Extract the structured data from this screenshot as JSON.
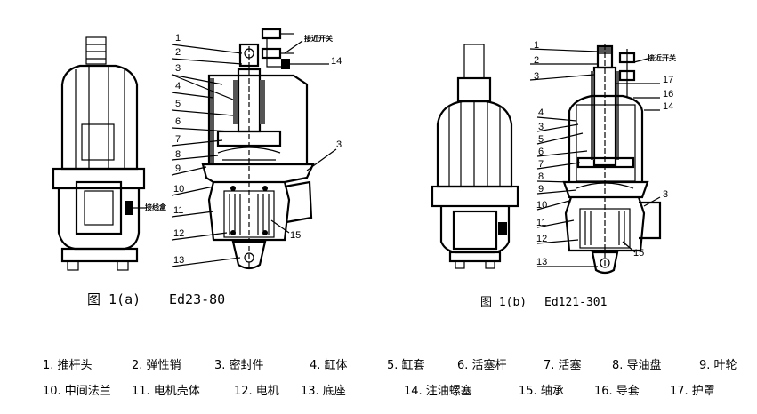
{
  "figure_a": {
    "caption": "图 1(a)",
    "model": "Ed23-80",
    "switch_label": "接近开关",
    "box_label": "接线盒",
    "callouts": [
      "1",
      "2",
      "3",
      "4",
      "5",
      "6",
      "7",
      "8",
      "9",
      "10",
      "11",
      "12",
      "13",
      "14",
      "15",
      "3"
    ]
  },
  "figure_b": {
    "caption": "图 1(b)",
    "model": "Ed121-301",
    "switch_label": "接近开关",
    "callouts": [
      "1",
      "2",
      "3",
      "4",
      "3",
      "5",
      "6",
      "7",
      "8",
      "9",
      "10",
      "11",
      "12",
      "13",
      "17",
      "16",
      "14",
      "3",
      "15"
    ]
  },
  "legend": {
    "row1": [
      "1. 推杆头",
      "2. 弹性销",
      "3. 密封件",
      "4. 缸体",
      "5. 缸套",
      "6. 活塞杆",
      "7. 活塞",
      "8. 导油盘",
      "9. 叶轮"
    ],
    "row2": [
      "10. 中间法兰",
      "11. 电机壳体",
      "12. 电机",
      "13.  底座",
      "14. 注油螺塞",
      "15. 轴承",
      "16. 导套",
      "17. 护罩"
    ]
  }
}
